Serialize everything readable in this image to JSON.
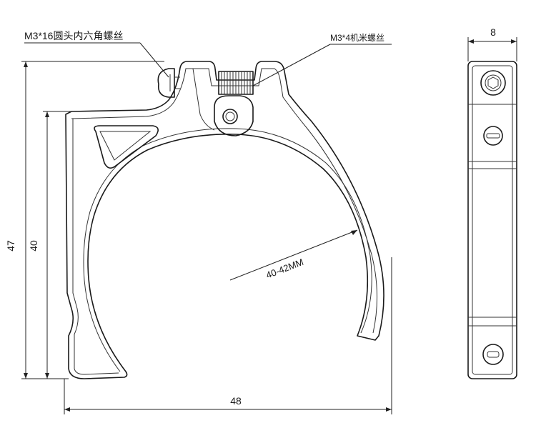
{
  "labels": {
    "screw_long": "M3*16圆头内六角螺丝",
    "screw_short": "M3*4机米螺丝",
    "dim_thickness": "8",
    "dim_total_height": "47",
    "dim_inner_height": "40",
    "dim_width": "48",
    "dim_diameter": "40-42MM"
  }
}
